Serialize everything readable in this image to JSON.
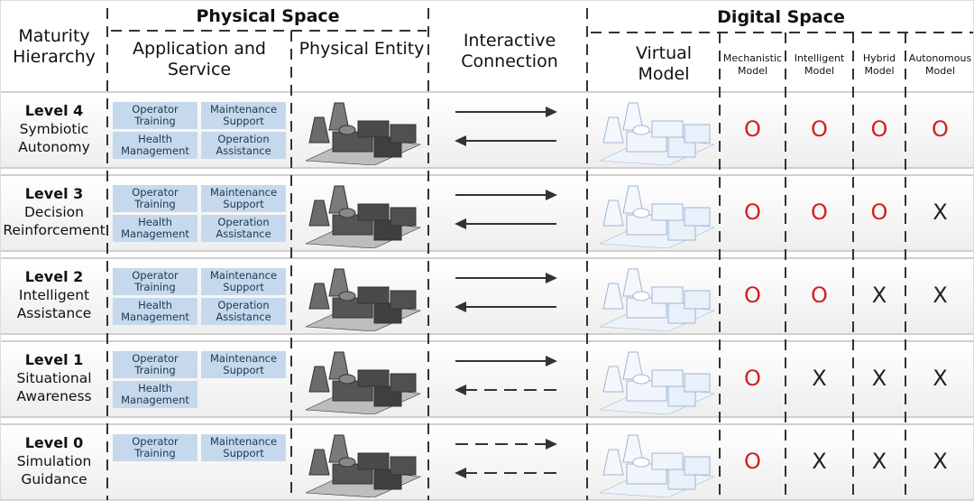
{
  "header": {
    "maturity": "Maturity Hierarchy",
    "physical_space": "Physical Space",
    "app_service": "Application and Service",
    "physical_entity": "Physical Entity",
    "interactive": "Interactive Connection",
    "digital_space": "Digital Space",
    "virtual_model": "Virtual Model",
    "mechanistic": "Mechanistic Model",
    "intelligent": "Intelligent Model",
    "hybrid": "Hybrid Model",
    "autonomous": "Autonomous Model"
  },
  "colors": {
    "o_mark": "#d42020",
    "service_box": "#c6d9ec"
  },
  "rows": [
    {
      "level": "Level 4",
      "name": "Symbiotic Autonomy",
      "services": [
        "Operator Training",
        "Maintenance Support",
        "Health Management",
        "Operation Assistance"
      ],
      "forward_arrow": "solid",
      "backward_arrow": "solid",
      "marks": [
        "O",
        "O",
        "O",
        "O"
      ]
    },
    {
      "level": "Level 3",
      "name": "Decision Reinforcement",
      "services": [
        "Operator Training",
        "Maintenance Support",
        "Health Management",
        "Operation Assistance"
      ],
      "forward_arrow": "solid",
      "backward_arrow": "solid",
      "marks": [
        "O",
        "O",
        "O",
        "X"
      ]
    },
    {
      "level": "Level 2",
      "name": "Intelligent Assistance",
      "services": [
        "Operator Training",
        "Maintenance Support",
        "Health Management",
        "Operation Assistance"
      ],
      "forward_arrow": "solid",
      "backward_arrow": "solid",
      "marks": [
        "O",
        "O",
        "X",
        "X"
      ]
    },
    {
      "level": "Level 1",
      "name": "Situational Awareness",
      "services": [
        "Operator Training",
        "Maintenance Support",
        "Health Management"
      ],
      "forward_arrow": "solid",
      "backward_arrow": "dashed",
      "marks": [
        "O",
        "X",
        "X",
        "X"
      ]
    },
    {
      "level": "Level 0",
      "name": "Simulation Guidance",
      "services": [
        "Operator Training",
        "Maintenance Support"
      ],
      "forward_arrow": "dashed",
      "backward_arrow": "dashed",
      "marks": [
        "O",
        "X",
        "X",
        "X"
      ]
    }
  ]
}
